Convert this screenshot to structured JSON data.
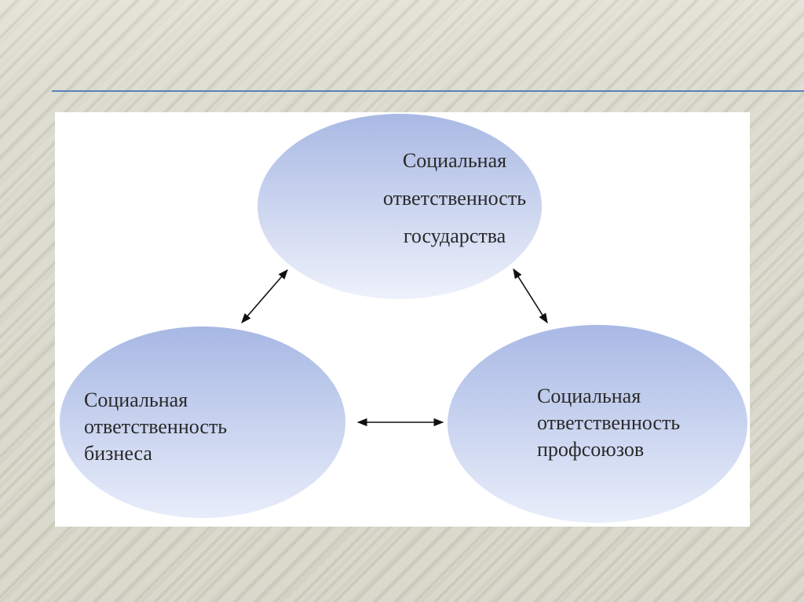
{
  "nodes": {
    "top": {
      "line1": "Социальная",
      "line2": "ответственность",
      "line3": "государства"
    },
    "left": {
      "line1": "Социальная",
      "line2": "ответственность",
      "line3": "бизнеса"
    },
    "right": {
      "line1": "Социальная",
      "line2": "ответственность",
      "line3": "профсоюзов"
    }
  },
  "colors": {
    "title_rule": "#5b82b8",
    "ellipse_light": "#eef1fb",
    "ellipse_dark": "#aebde6",
    "arrow": "#111111",
    "text": "#2a2a2a"
  }
}
